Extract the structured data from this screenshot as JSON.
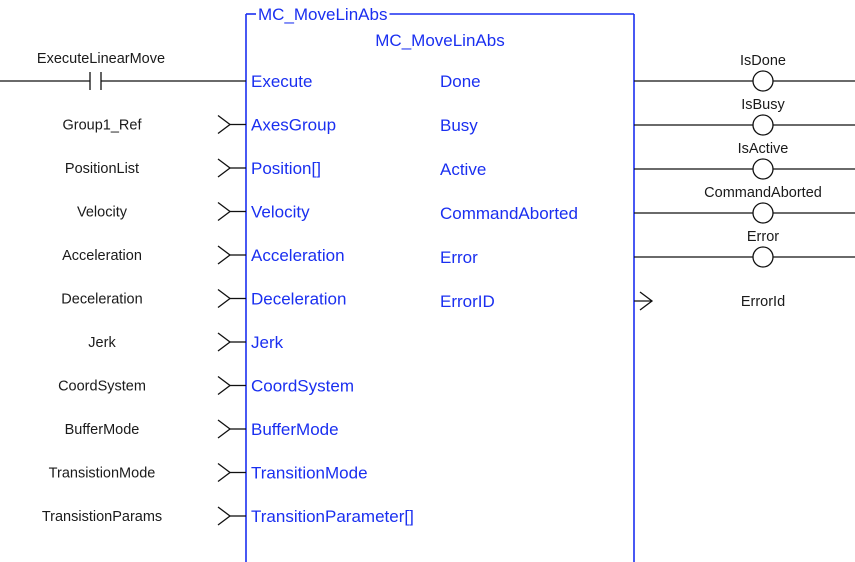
{
  "block": {
    "instance_name": "MC_MoveLinAbs",
    "type_name": "MC_MoveLinAbs",
    "border_color": "#1a2ff0"
  },
  "inputs": [
    {
      "pin": "Execute",
      "variable": "ExecuteLinearMove",
      "connector": "contact"
    },
    {
      "pin": "AxesGroup",
      "variable": "Group1_Ref",
      "connector": "arrow"
    },
    {
      "pin": "Position[]",
      "variable": "PositionList",
      "connector": "arrow"
    },
    {
      "pin": "Velocity",
      "variable": "Velocity",
      "connector": "arrow"
    },
    {
      "pin": "Acceleration",
      "variable": "Acceleration",
      "connector": "arrow"
    },
    {
      "pin": "Deceleration",
      "variable": "Deceleration",
      "connector": "arrow"
    },
    {
      "pin": "Jerk",
      "variable": "Jerk",
      "connector": "arrow"
    },
    {
      "pin": "CoordSystem",
      "variable": "CoordSystem",
      "connector": "arrow"
    },
    {
      "pin": "BufferMode",
      "variable": "BufferMode",
      "connector": "arrow"
    },
    {
      "pin": "TransitionMode",
      "variable": "TransistionMode",
      "connector": "arrow"
    },
    {
      "pin": "TransitionParameter[]",
      "variable": "TransistionParams",
      "connector": "arrow"
    }
  ],
  "outputs": [
    {
      "pin": "Done",
      "variable": "IsDone",
      "connector": "coil"
    },
    {
      "pin": "Busy",
      "variable": "IsBusy",
      "connector": "coil"
    },
    {
      "pin": "Active",
      "variable": "IsActive",
      "connector": "coil"
    },
    {
      "pin": "CommandAborted",
      "variable": "CommandAborted",
      "connector": "coil"
    },
    {
      "pin": "Error",
      "variable": "Error",
      "connector": "coil"
    },
    {
      "pin": "ErrorID",
      "variable": "ErrorId",
      "connector": "arrow"
    }
  ]
}
